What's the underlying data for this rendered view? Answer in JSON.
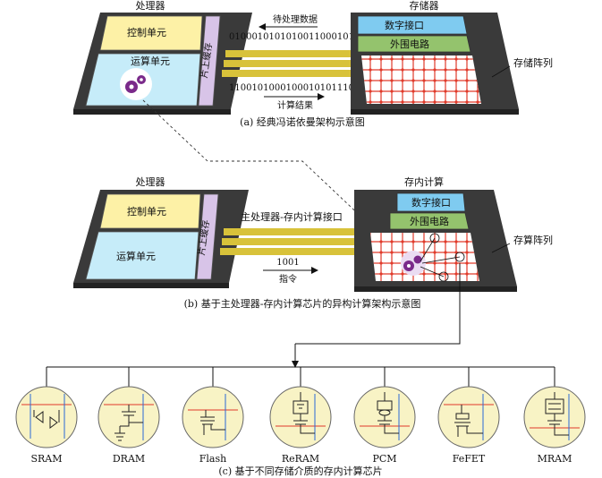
{
  "part_a": {
    "processor_title": "处理器",
    "memory_title": "存储器",
    "control_unit": "控制单元",
    "compute_unit": "运算单元",
    "cache": "片上缓存",
    "data_to_process_label": "待处理数据",
    "data_to_process_bits": "0100010101010011000101",
    "result_bits": "1100101000100010101110",
    "result_label": "计算结果",
    "digital_interface": "数字接口",
    "peripheral_circuit": "外围电路",
    "storage_array": "存储阵列",
    "caption": "(a) 经典冯诺依曼架构示意图"
  },
  "part_b": {
    "processor_title": "处理器",
    "cim_title": "存内计算",
    "control_unit": "控制单元",
    "compute_unit": "运算单元",
    "cache": "片上缓存",
    "interface_label": "主处理器-存内计算接口",
    "instruction_bits": "1001",
    "instruction_label": "指令",
    "digital_interface": "数字接口",
    "peripheral_circuit": "外围电路",
    "compute_array": "存算阵列",
    "caption": "(b) 基于主处理器-存内计算芯片的异构计算架构示意图"
  },
  "part_c": {
    "devices": [
      "SRAM",
      "DRAM",
      "Flash",
      "ReRAM",
      "PCM",
      "FeFET",
      "MRAM"
    ],
    "caption": "(c) 基于不同存储介质的存内计算芯片"
  },
  "colors": {
    "board": "#3a3a3a",
    "control": "#fdf1a6",
    "compute": "#c6ecf9",
    "cache": "#d8c4e8",
    "bus": "#d8c23a",
    "digital_interface": "#7fcbf0",
    "peripheral": "#94c36d",
    "grid": "#e03a2a",
    "device_bg": "#f8f3c5",
    "gear": "#7a2a8a"
  }
}
